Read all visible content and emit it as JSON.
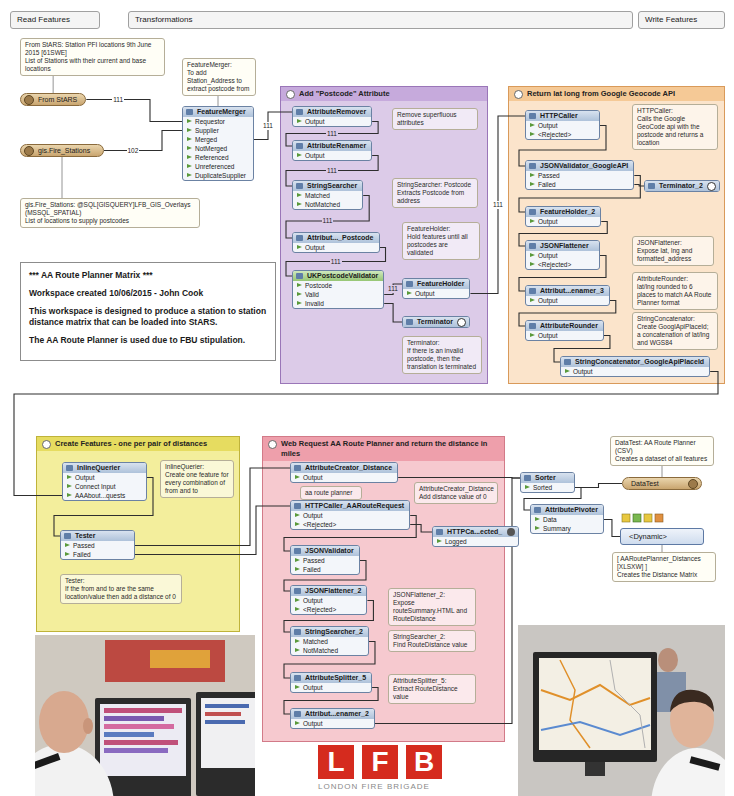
{
  "diagram": {
    "nodes": [
      {
        "text": [
          "Read Features"
        ]
      },
      {
        "text": [
          "Transformations"
        ]
      },
      {
        "text": [
          "Write Features"
        ]
      },
      {
        "text": [
          "From StARS: Station PFI locations 9th June 2015 [61SWE]",
          "List of Stations with their current and base locations"
        ]
      },
      {
        "text": [
          "From StARS"
        ]
      },
      {
        "text": [
          "gis.Fire_Stations"
        ]
      },
      {
        "text": [
          "gis.Fire_Stations: @SQL[GISQUERY]LFB_GIS_Overlays (MSSQL_SPATIAL)",
          "List of locations to supply postcodes"
        ]
      },
      {
        "text": [
          "FeatureMerger:",
          "To add Station_Address to extract postcode from"
        ]
      },
      {
        "text": [
          "FeatureMerger",
          "Requestor",
          "Supplier",
          "Merged",
          "NotMerged",
          "Referenced",
          "Unreferenced",
          "DuplicateSupplier"
        ]
      },
      {
        "text": [
          "*** AA Route Planner Matrix ***",
          "Workspace created 10/06/2015 - John Cook",
          "This workspace is designed to produce a station to station distance matrix that can be loaded into StARS.",
          "The AA Route Planner is used due to FBU stipulation."
        ]
      },
      {
        "text": [
          "Add \"Postcode\" Attribute"
        ]
      },
      {
        "text": [
          "AttributeRemover",
          "Output"
        ],
        "in": 10
      },
      {
        "text": [
          "Remove superfluous attributes"
        ],
        "in": 10
      },
      {
        "text": [
          "AttributeRenamer",
          "Output"
        ],
        "in": 10
      },
      {
        "text": [
          "StringSearcher",
          "Matched",
          "NotMatched"
        ],
        "in": 10
      },
      {
        "text": [
          "StringSearcher: Postcode",
          "Extracts Postcode from address"
        ],
        "in": 10
      },
      {
        "text": [
          "Attribut..._Postcode",
          "Output"
        ],
        "in": 10
      },
      {
        "text": [
          "FeatureHolder:",
          "Hold features until all postcodes are validated"
        ],
        "in": 10
      },
      {
        "text": [
          "UKPostcodeValidator",
          "Postcode",
          "Valid",
          "Invalid"
        ],
        "in": 10
      },
      {
        "text": [
          "FeatureHolder",
          "Output"
        ],
        "in": 10
      },
      {
        "text": [
          "Terminator"
        ],
        "in": 10
      },
      {
        "text": [
          "Terminator:",
          "If there is an invalid postcode, then the translation is terminated"
        ],
        "in": 10
      },
      {
        "text": [
          "Return lat long from Google Geocode API"
        ]
      },
      {
        "text": [
          "HTTPCaller",
          "Output",
          "<Rejected>"
        ],
        "in": 22
      },
      {
        "text": [
          "HTTPCaller:",
          "Calls the Google GeoCode api with the postcode and returns a location"
        ],
        "in": 22
      },
      {
        "text": [
          "JSONValidator_GoogleAPI",
          "Passed",
          "Failed"
        ],
        "in": 22
      },
      {
        "text": [
          "Terminator_2"
        ],
        "in": 22
      },
      {
        "text": [
          "FeatureHolder_2",
          "Output"
        ],
        "in": 22
      },
      {
        "text": [
          "JSONFlattener",
          "Output",
          "<Rejected>"
        ],
        "in": 22
      },
      {
        "text": [
          "JSONFlattener:",
          "Expose lat, lng and formatted_address"
        ],
        "in": 22
      },
      {
        "text": [
          "Attribut...enamer_3",
          "Output"
        ],
        "in": 22
      },
      {
        "text": [
          "AttributeRounder:",
          "lat/lng rounded to 6 places to match AA Route Planner format"
        ],
        "in": 22
      },
      {
        "text": [
          "AttributeRounder",
          "Output"
        ],
        "in": 22
      },
      {
        "text": [
          "StringConcatenator:",
          "Create GooglApiPlaceId; a concatenation of lat/lng and WGS84"
        ],
        "in": 22
      },
      {
        "text": [
          "StringConcatenator_GoogleApiPlaceId",
          "Output"
        ],
        "in": 22
      },
      {
        "text": [
          "Create Features - one per pair of distances"
        ]
      },
      {
        "text": [
          "InlineQuerier",
          "Output",
          "Connect Input",
          "AAAbout...quests"
        ],
        "in": 35
      },
      {
        "text": [
          "InlineQuerier:",
          "Create one feature for every combination of from and to"
        ],
        "in": 35
      },
      {
        "text": [
          "Tester",
          "Passed",
          "Failed"
        ],
        "in": 35
      },
      {
        "text": [
          "Tester:",
          "If the from and to are the same location/value then add a distance of 0"
        ],
        "in": 35
      },
      {
        "text": [
          "Web Request AA Route Planner and return the distance in miles"
        ]
      },
      {
        "text": [
          "AttributeCreator_Distance",
          "Output"
        ],
        "in": 40
      },
      {
        "text": [
          "aa route planner"
        ],
        "in": 40
      },
      {
        "text": [
          "AttributeCreator_Distance",
          "Add distance value of 0"
        ],
        "in": 40
      },
      {
        "text": [
          "HTTPCaller_AARouteRequest",
          "Output",
          "<Rejected>"
        ],
        "in": 40
      },
      {
        "text": [
          "HTTPCa...ected_",
          "Logged"
        ],
        "in": 40
      },
      {
        "text": [
          "JSONValidator",
          "Passed",
          "Failed"
        ],
        "in": 40
      },
      {
        "text": [
          "JSONFlattener_2",
          "Output",
          "<Rejected>"
        ],
        "in": 40
      },
      {
        "text": [
          "JSONFlattener_2:",
          "Expose routeSummary.HTML and RouteDistance"
        ],
        "in": 40
      },
      {
        "text": [
          "StringSearcher_2",
          "Matched",
          "NotMatched"
        ],
        "in": 40
      },
      {
        "text": [
          "StringSearcher_2:",
          "Find RouteDistance value"
        ],
        "in": 40
      },
      {
        "text": [
          "AttributeSplitter_5",
          "Output"
        ],
        "in": 40
      },
      {
        "text": [
          "AttributeSplitter_5:",
          "Extract RouteDistance value"
        ],
        "in": 40
      },
      {
        "text": [
          "Attribut...enamer_2",
          "Output"
        ],
        "in": 40
      },
      {
        "text": [
          "Sorter",
          "Sorted"
        ]
      },
      {
        "text": [
          "DataTest: AA Route Planner (CSV)",
          "Creates a dataset of all features"
        ]
      },
      {
        "text": [
          "DataTest"
        ]
      },
      {
        "text": [
          "AttributePivoter",
          "Data",
          "Summary"
        ]
      },
      {
        "text": [
          "<Dynamic>"
        ]
      },
      {
        "text": [
          "[ AARoutePlanner_Distances [XLSXW] ]",
          "Creates the Distance Matrix"
        ]
      },
      {
        "text": [
          "L"
        ]
      },
      {
        "text": [
          "F"
        ]
      },
      {
        "text": [
          "B"
        ]
      }
    ],
    "edges": [
      {
        "from": 4,
        "to": 8,
        "arrow": "none",
        "label": "111"
      },
      {
        "from": 5,
        "to": 8,
        "arrow": "none",
        "label": "102"
      },
      {
        "from": 8,
        "to": 11,
        "arrow": "none",
        "label": "111"
      },
      {
        "from": 11,
        "to": 13,
        "arrow": "none",
        "label": "111"
      },
      {
        "from": 13,
        "to": 14,
        "arrow": "none",
        "label": "111"
      },
      {
        "from": 14,
        "to": 16,
        "arrow": "none",
        "label": "111"
      },
      {
        "from": 16,
        "to": 18,
        "arrow": "none",
        "label": "111"
      },
      {
        "from": 18,
        "to": 19,
        "arrow": "none",
        "label": "111"
      },
      {
        "from": 18,
        "to": 20,
        "arrow": "none"
      },
      {
        "from": 19,
        "to": 23,
        "arrow": "none",
        "label": "111"
      },
      {
        "from": 23,
        "to": 25,
        "arrow": "none"
      },
      {
        "from": 25,
        "to": 26,
        "arrow": "none"
      },
      {
        "from": 25,
        "to": 27,
        "arrow": "none"
      },
      {
        "from": 27,
        "to": 28,
        "arrow": "none"
      },
      {
        "from": 28,
        "to": 30,
        "arrow": "none"
      },
      {
        "from": 30,
        "to": 32,
        "arrow": "none"
      },
      {
        "from": 32,
        "to": 34,
        "arrow": "none"
      },
      {
        "from": 34,
        "to": 36,
        "arrow": "none"
      },
      {
        "from": 36,
        "to": 38,
        "arrow": "none"
      },
      {
        "from": 38,
        "to": 41,
        "arrow": "none"
      },
      {
        "from": 38,
        "to": 44,
        "arrow": "none"
      },
      {
        "from": 44,
        "to": 45,
        "arrow": "none"
      },
      {
        "from": 44,
        "to": 46,
        "arrow": "none"
      },
      {
        "from": 46,
        "to": 47,
        "arrow": "none"
      },
      {
        "from": 47,
        "to": 49,
        "arrow": "none"
      },
      {
        "from": 49,
        "to": 51,
        "arrow": "none"
      },
      {
        "from": 51,
        "to": 53,
        "arrow": "none"
      },
      {
        "from": 41,
        "to": 54,
        "arrow": "none"
      },
      {
        "from": 53,
        "to": 54,
        "arrow": "none"
      },
      {
        "from": 54,
        "to": 56,
        "arrow": "none"
      },
      {
        "from": 54,
        "to": 57,
        "arrow": "none"
      },
      {
        "from": 57,
        "to": 58,
        "arrow": "none"
      },
      {
        "from": 3,
        "to": 4,
        "arrow": "none"
      },
      {
        "from": 6,
        "to": 5,
        "arrow": "none"
      },
      {
        "from": 7,
        "to": 8,
        "arrow": "none"
      },
      {
        "from": 55,
        "to": 56,
        "arrow": "none"
      },
      {
        "from": 59,
        "to": 58,
        "arrow": "none"
      }
    ],
    "labels": [
      "LONDON FIRE BRIGADE"
    ]
  }
}
